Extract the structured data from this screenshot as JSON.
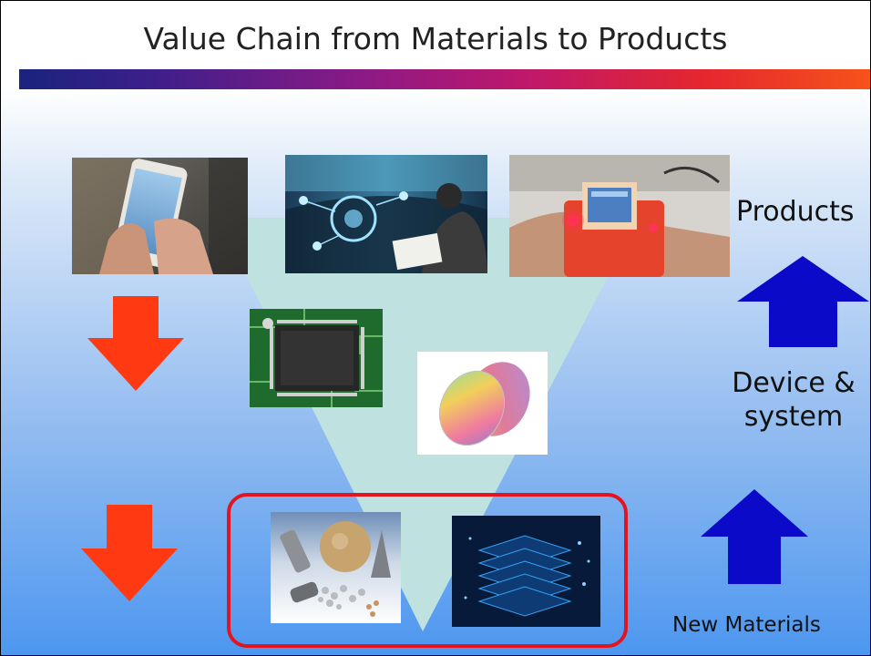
{
  "slide": {
    "title": "Value Chain from Materials to Products",
    "labels": {
      "products": "Products",
      "device_system_line1": "Device &",
      "device_system_line2": "system",
      "new_materials": "New Materials"
    }
  },
  "colors": {
    "down_arrow": "#ff3a12",
    "up_arrow": "#0a0ac8",
    "funnel": "#bfe2e0",
    "frame": "#e4141e"
  },
  "images": [
    "smartphone-photo",
    "autonomous-car-photo",
    "smartwatch-photo",
    "circuit-board-chip-photo",
    "silicon-wafer-photo",
    "raw-materials-photo",
    "layered-material-structure-photo"
  ]
}
